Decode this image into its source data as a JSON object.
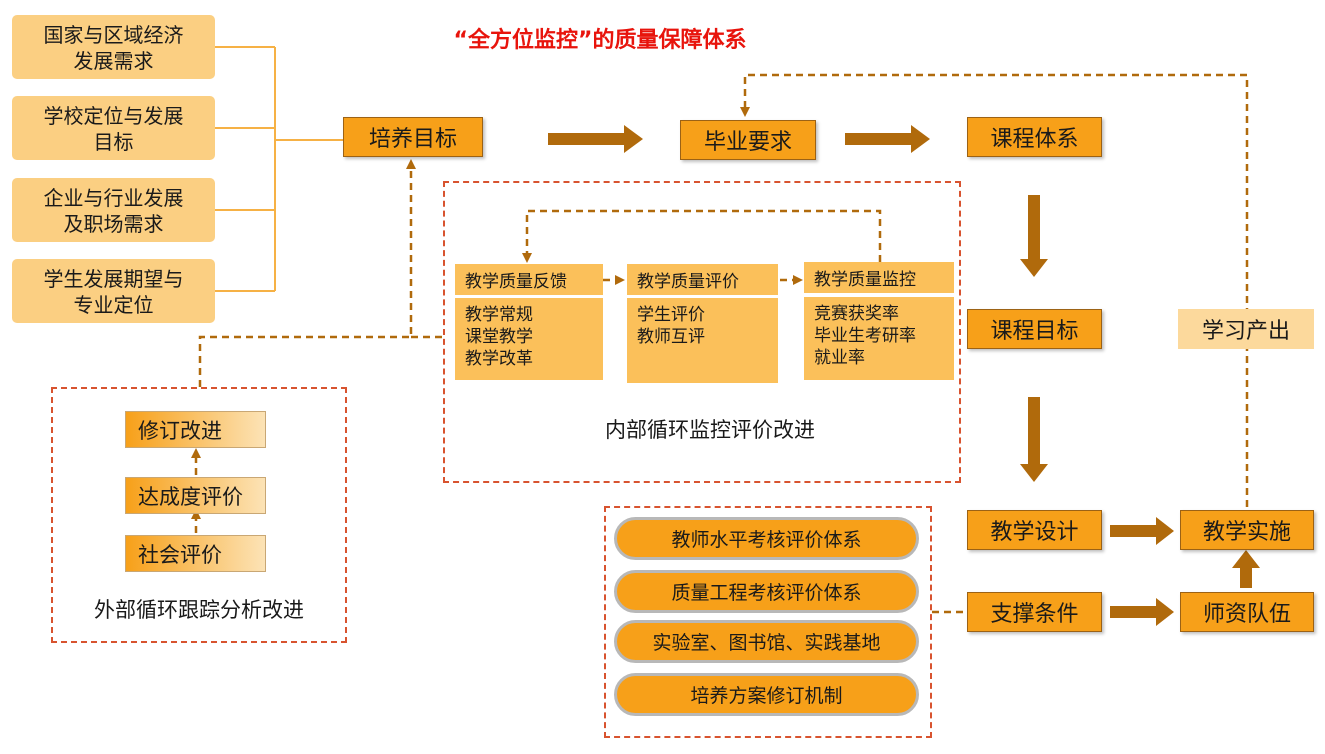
{
  "title": "“全方位监控”的质量保障体系",
  "sources": [
    {
      "line1": "国家与区域经济",
      "line2": "发展需求"
    },
    {
      "line1": "学校定位与发展",
      "line2": "目标"
    },
    {
      "line1": "企业与行业发展",
      "line2": "及职场需求"
    },
    {
      "line1": "学生发展期望与",
      "line2": "专业定位"
    }
  ],
  "main_flow": {
    "training_goal": "培养目标",
    "graduation_req": "毕业要求",
    "curriculum_system": "课程体系",
    "course_goal": "课程目标",
    "teaching_design": "教学设计",
    "teaching_impl": "教学实施",
    "support": "支撑条件",
    "faculty": "师资队伍",
    "learning_output": "学习产出"
  },
  "internal_loop": {
    "caption": "内部循环监控评价改进",
    "feedback": {
      "title": "教学质量反馈",
      "items": [
        "教学常规",
        "课堂教学",
        "教学改革"
      ]
    },
    "evaluation": {
      "title": "教学质量评价",
      "items": [
        "学生评价",
        "教师互评"
      ]
    },
    "monitor": {
      "title": "教学质量监控",
      "items": [
        "竞赛获奖率",
        "毕业生考研率",
        "就业率"
      ]
    }
  },
  "external_loop": {
    "caption": "外部循环跟踪分析改进",
    "revise": "修订改进",
    "achievement": "达成度评价",
    "social": "社会评价"
  },
  "support_systems": [
    "教师水平考核评价体系",
    "质量工程考核评价体系",
    "实验室、图书馆、实践基地",
    "培养方案修订机制"
  ],
  "colors": {
    "orange": "#f7a019",
    "light_orange": "#fbcf82",
    "arrow": "#b06a0c",
    "red": "#e8140c",
    "dash": "#d8532f"
  }
}
